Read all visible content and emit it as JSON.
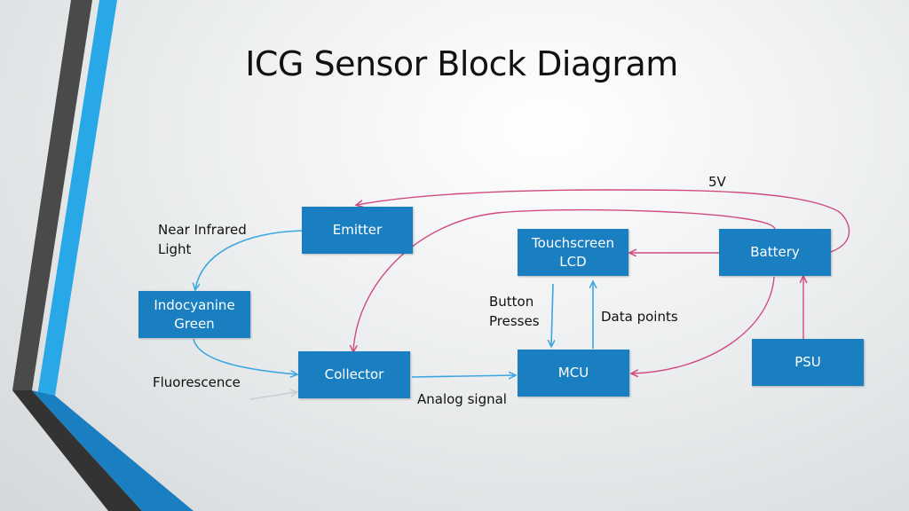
{
  "title": "ICG Sensor Block Diagram",
  "blocks": {
    "emitter": "Emitter",
    "indocyanine": "Indocyanine\nGreen",
    "collector": "Collector",
    "touchscreen": "Touchscreen\nLCD",
    "mcu": "MCU",
    "battery": "Battery",
    "psu": "PSU"
  },
  "labels": {
    "near_infrared": "Near Infrared\nLight",
    "fluorescence": "Fluorescence",
    "analog_signal": "Analog signal",
    "button_presses": "Button\nPresses",
    "data_points": "Data points",
    "five_v": "5V"
  },
  "colors": {
    "block_fill": "#1a7fc1",
    "signal_arrow": "#3aa6e0",
    "power_arrow": "#d04a82",
    "accent_blue": "#29a8e8",
    "accent_dark": "#4a4a4a"
  }
}
